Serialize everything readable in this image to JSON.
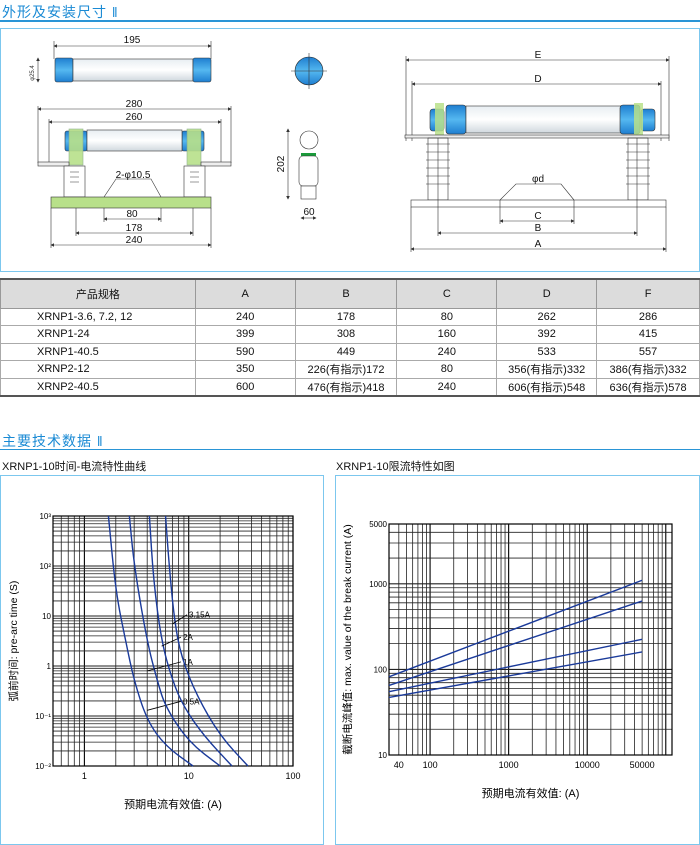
{
  "section1": {
    "title": "外形及安装尺寸 ‖"
  },
  "drawing_left": {
    "top_len": "195",
    "dia": "φ25.4",
    "outer": "280",
    "inner": "260",
    "holes": "2-φ10.5",
    "d80": "80",
    "d178": "178",
    "d240": "240",
    "height": "202",
    "width": "60"
  },
  "drawing_right": {
    "E": "E",
    "D": "D",
    "phid": "φd",
    "C": "C",
    "B": "B",
    "A": "A"
  },
  "table": {
    "headers": [
      "产品规格",
      "A",
      "B",
      "C",
      "D",
      "F"
    ],
    "rows": [
      [
        "XRNP1-3.6, 7.2, 12",
        "240",
        "178",
        "80",
        "262",
        "286"
      ],
      [
        "XRNP1-24",
        "399",
        "308",
        "160",
        "392",
        "415"
      ],
      [
        "XRNP1-40.5",
        "590",
        "449",
        "240",
        "533",
        "557"
      ],
      [
        "XRNP2-12",
        "350",
        "226(有指示)172",
        "80",
        "356(有指示)332",
        "386(有指示)332"
      ],
      [
        "XRNP2-40.5",
        "600",
        "476(有指示)418",
        "240",
        "606(有指示)548",
        "636(有指示)578"
      ]
    ]
  },
  "section2": {
    "title": "主要技术数据 ‖"
  },
  "colors": {
    "accent": "#2a95d6",
    "curve": "#1a3a9a",
    "green": "#b8e08a",
    "blue": "#2a8fd8"
  },
  "chart_data": [
    {
      "type": "line",
      "title": "XRNP1-10时间-电流特性曲线",
      "xlabel": "预期电流有效值:  (A)",
      "ylabel": "弧前时间: pre-arc time (S)",
      "xscale": "log",
      "yscale": "log",
      "xlim": [
        0.5,
        100
      ],
      "ylim": [
        0.01,
        1000
      ],
      "xticks": [
        {
          "v": 1,
          "l": "1"
        },
        {
          "v": 10,
          "l": "10"
        },
        {
          "v": 100,
          "l": "100"
        }
      ],
      "yticks": [
        {
          "v": 1000,
          "l": "10³"
        },
        {
          "v": 100,
          "l": "10²"
        },
        {
          "v": 10,
          "l": "10"
        },
        {
          "v": 1,
          "l": "1"
        },
        {
          "v": 0.1,
          "l": "10⁻¹"
        },
        {
          "v": 0.01,
          "l": "10⁻²"
        }
      ],
      "series": [
        {
          "name": "0.5A",
          "points": [
            [
              1.7,
              1000
            ],
            [
              2,
              30
            ],
            [
              2.5,
              3
            ],
            [
              3,
              0.5
            ],
            [
              4,
              0.08
            ],
            [
              6,
              0.025
            ],
            [
              11,
              0.01
            ]
          ],
          "label_at": [
            4,
            0.13
          ]
        },
        {
          "name": "1A",
          "points": [
            [
              2.7,
              1000
            ],
            [
              3,
              100
            ],
            [
              4,
              3
            ],
            [
              5,
              0.5
            ],
            [
              6,
              0.15
            ],
            [
              10,
              0.03
            ],
            [
              20,
              0.01
            ]
          ],
          "label_at": [
            4,
            0.8
          ]
        },
        {
          "name": "2A",
          "points": [
            [
              4.2,
              1000
            ],
            [
              4.6,
              50
            ],
            [
              5.5,
              3
            ],
            [
              7,
              0.5
            ],
            [
              9,
              0.15
            ],
            [
              14,
              0.04
            ],
            [
              26,
              0.01
            ]
          ],
          "label_at": [
            5.5,
            2.5
          ]
        },
        {
          "name": "3.15A",
          "points": [
            [
              6,
              1000
            ],
            [
              6.5,
              100
            ],
            [
              7.3,
              8
            ],
            [
              8.5,
              1.5
            ],
            [
              12,
              0.25
            ],
            [
              20,
              0.04
            ],
            [
              37,
              0.01
            ]
          ],
          "label_at": [
            7,
            7
          ]
        }
      ]
    },
    {
      "type": "line",
      "title": "XRNP1-10限流特性如图",
      "xlabel": "预期电流有效值:  (A)",
      "ylabel": "截断电流峰值: max. value of the break current (A)",
      "xscale": "log",
      "yscale": "log",
      "xlim": [
        30,
        120000
      ],
      "ylim": [
        10,
        5000
      ],
      "xticks": [
        {
          "v": 40,
          "l": "40"
        },
        {
          "v": 100,
          "l": "100"
        },
        {
          "v": 1000,
          "l": "1000"
        },
        {
          "v": 10000,
          "l": "10000"
        },
        {
          "v": 50000,
          "l": "50000"
        }
      ],
      "yticks": [
        {
          "v": 10,
          "l": "10"
        },
        {
          "v": 100,
          "l": "100"
        },
        {
          "v": 1000,
          "l": "1000"
        },
        {
          "v": 5000,
          "l": "5000"
        }
      ],
      "series": [
        {
          "name": "curve-1",
          "points": [
            [
              30,
              82
            ],
            [
              50000,
              1100
            ]
          ]
        },
        {
          "name": "curve-2",
          "points": [
            [
              30,
              65
            ],
            [
              50000,
              630
            ]
          ]
        },
        {
          "name": "curve-3",
          "points": [
            [
              30,
              55
            ],
            [
              50000,
              225
            ]
          ]
        },
        {
          "name": "curve-4",
          "points": [
            [
              30,
              47
            ],
            [
              50000,
              160
            ]
          ]
        }
      ]
    }
  ]
}
